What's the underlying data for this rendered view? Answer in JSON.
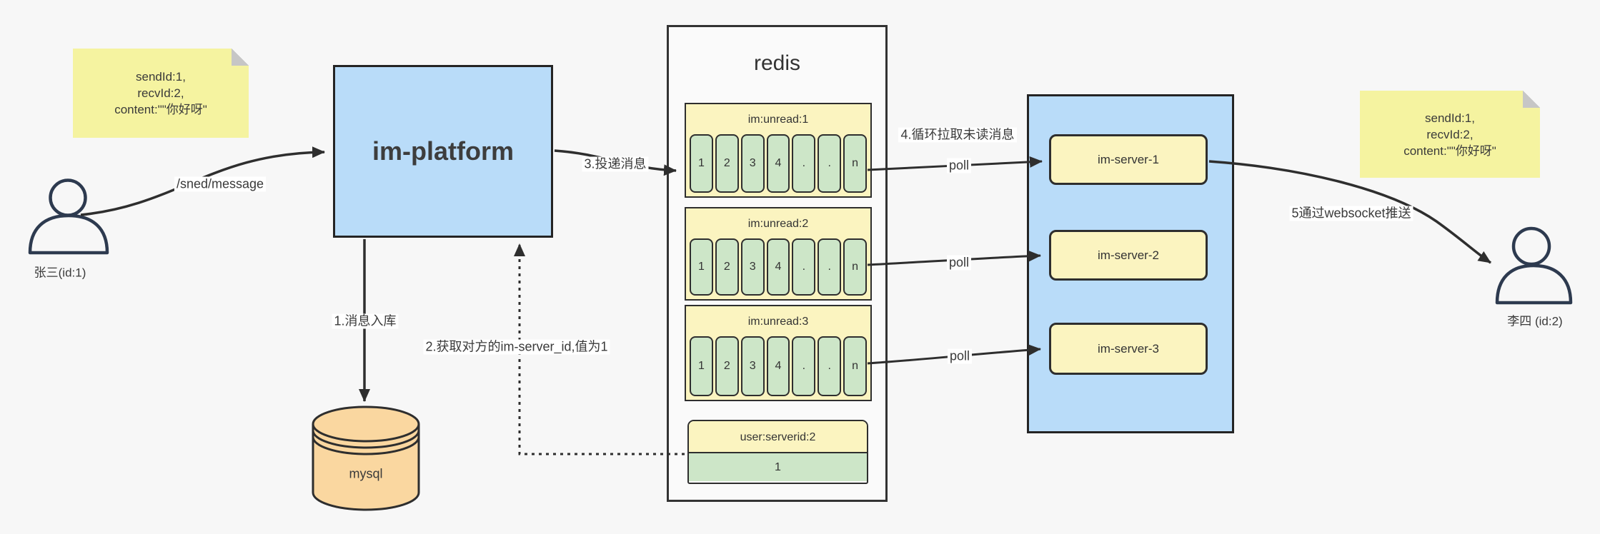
{
  "colors": {
    "background": "#f7f7f7",
    "box_blue": "#b9dcf9",
    "sticky_yellow": "#f5f3a0",
    "pale_yellow": "#fbf4c0",
    "cell_green": "#cde6c8",
    "mysql_tan": "#fad7a0",
    "line_dark": "#2e2e2e"
  },
  "sender": {
    "name": "张三(id:1)"
  },
  "receiver": {
    "name": "李四 (id:2)"
  },
  "note_left": {
    "line1": "sendId:1,",
    "line2": "recvId:2,",
    "line3": "content:\"\"你好呀\""
  },
  "note_right": {
    "line1": "sendId:1,",
    "line2": "recvId:2,",
    "line3": "content:\"\"你好呀\""
  },
  "platform": {
    "label": "im-platform"
  },
  "mysql": {
    "label": "mysql"
  },
  "redis": {
    "title": "redis",
    "queues": [
      {
        "label": "im:unread:1",
        "cells": [
          "1",
          "2",
          "3",
          "4",
          ".",
          ".",
          "n"
        ]
      },
      {
        "label": "im:unread:2",
        "cells": [
          "1",
          "2",
          "3",
          "4",
          ".",
          ".",
          "n"
        ]
      },
      {
        "label": "im:unread:3",
        "cells": [
          "1",
          "2",
          "3",
          "4",
          ".",
          ".",
          "n"
        ]
      }
    ],
    "mapping": {
      "label": "user:serverid:2",
      "value": "1"
    }
  },
  "servers": {
    "items": [
      {
        "label": "im-server-1"
      },
      {
        "label": "im-server-2"
      },
      {
        "label": "im-server-3"
      }
    ]
  },
  "edges": {
    "send_api": "/sned/message",
    "step1": "1.消息入库",
    "step2": "2.获取对方的im-server_id,值为1",
    "step3": "3.投递消息",
    "step4": "4.循环拉取未读消息",
    "poll": "poll",
    "step5": "5通过websocket推送"
  }
}
